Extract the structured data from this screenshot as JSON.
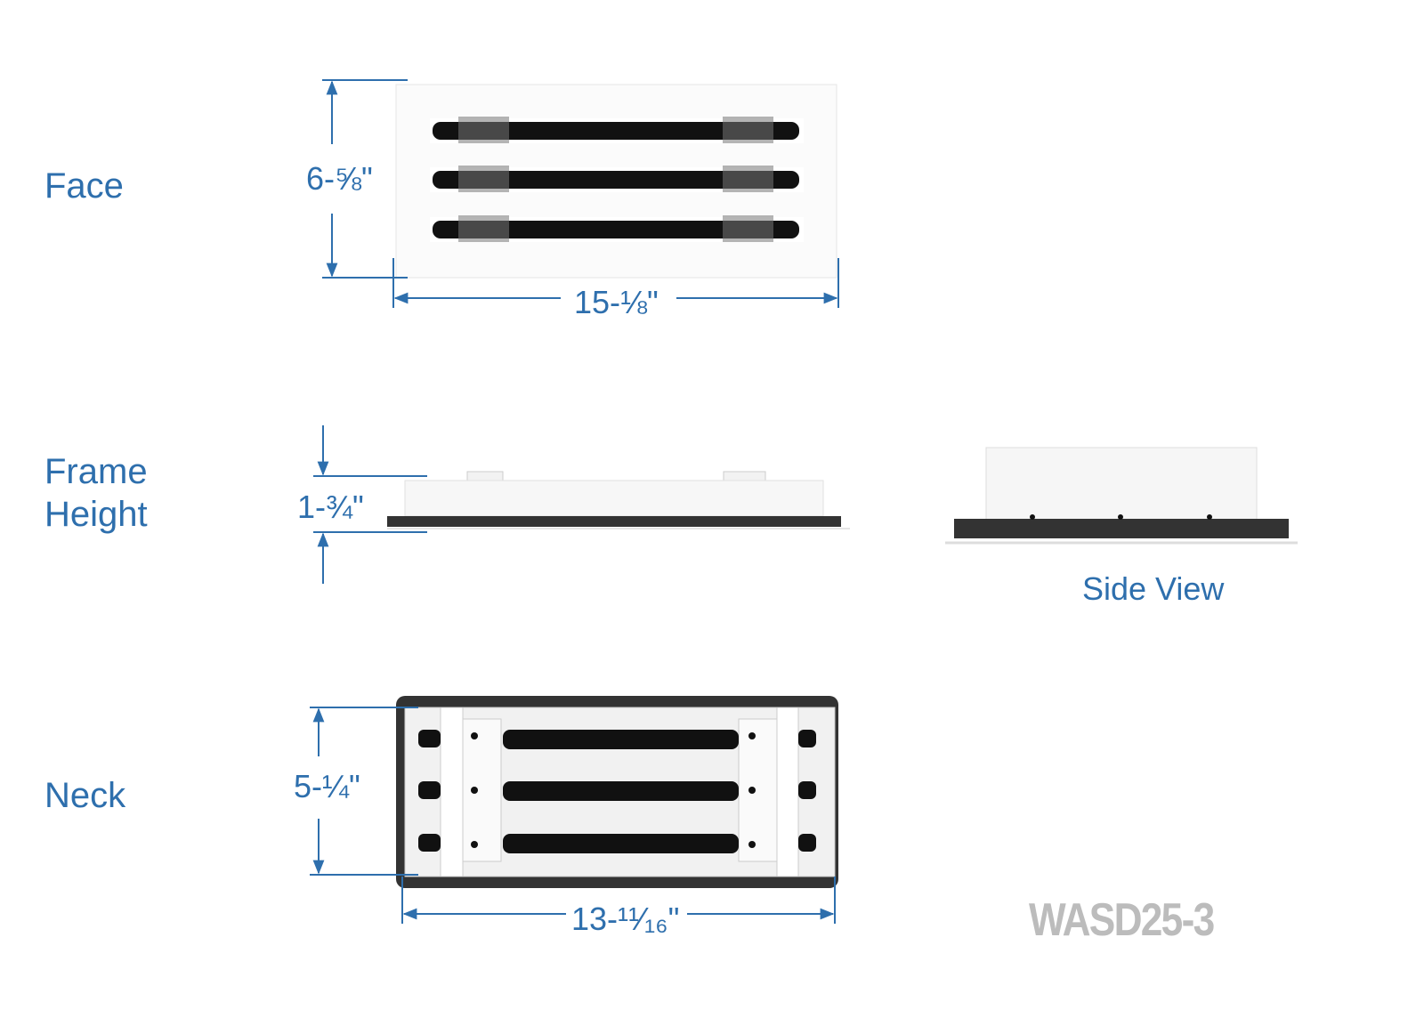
{
  "labels": {
    "face": "Face",
    "frame_height_line1": "Frame",
    "frame_height_line2": "Height",
    "neck": "Neck",
    "side_view": "Side View"
  },
  "dimensions": {
    "face_height": "6-⅝\"",
    "face_width": "15-⅛\"",
    "frame_height": "1-¾\"",
    "neck_height": "5-¼\"",
    "neck_width": "13-¹¹⁄₁₆\""
  },
  "model": "WASD25-3",
  "colors": {
    "accent": "#2e6fad",
    "model": "#bcbcbc",
    "foam": "#333333",
    "bar": "#111111"
  }
}
